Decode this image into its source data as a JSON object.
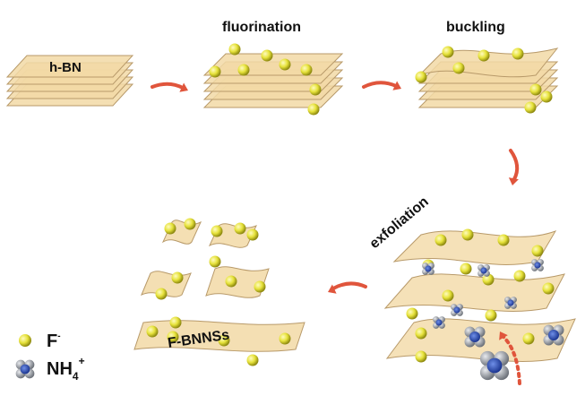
{
  "labels": {
    "hbn": "h-BN",
    "fluorination": "fluorination",
    "buckling": "buckling",
    "exfoliation": "exfoliation",
    "product": "F-BNNSs"
  },
  "legend": {
    "fluoride": {
      "base": "F",
      "sup": "-"
    },
    "ammonium": {
      "base": "NH",
      "sub": "4",
      "sup": "+"
    }
  },
  "colors": {
    "sheet_fill": "#f2d9a6",
    "sheet_stroke": "#b89a6a",
    "sphere": "#e6e23a",
    "arrow": "#e0553c",
    "ion_core": "#2a4fb8",
    "ion_shell": "#9aa0a8"
  }
}
